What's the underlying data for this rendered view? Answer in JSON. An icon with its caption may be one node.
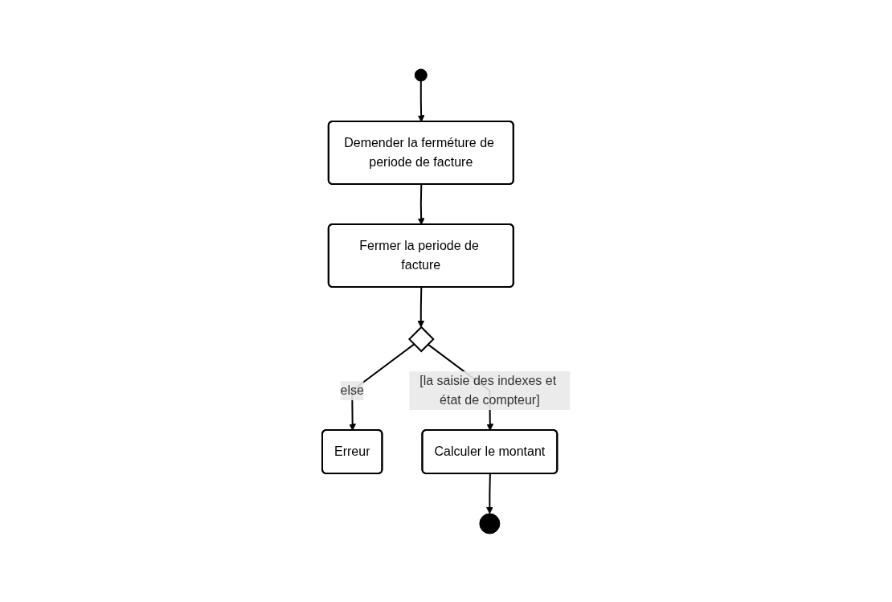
{
  "diagram": {
    "nodes": [
      {
        "text": [],
        "shape": "circle"
      },
      {
        "text": [
          "Demender la ferméture de periode de facture"
        ]
      },
      {
        "text": [
          "Fermer la periode de facture"
        ]
      },
      {
        "text": [],
        "shape": "diamond"
      },
      {
        "text": [
          "Erreur"
        ]
      },
      {
        "text": [
          "Calculer le montant"
        ]
      },
      {
        "text": [],
        "shape": "circle"
      }
    ],
    "edges": [
      {
        "from": 0,
        "to": 1,
        "arrow": "to"
      },
      {
        "from": 1,
        "to": 2,
        "arrow": "to"
      },
      {
        "from": 2,
        "to": 3,
        "arrow": "to"
      },
      {
        "from": 3,
        "to": 4,
        "arrow": "to",
        "label": "else"
      },
      {
        "from": 3,
        "to": 5,
        "arrow": "to",
        "label": "[la saisie des indexes et état de compteur]"
      },
      {
        "from": 5,
        "to": 6,
        "arrow": "to"
      }
    ]
  }
}
